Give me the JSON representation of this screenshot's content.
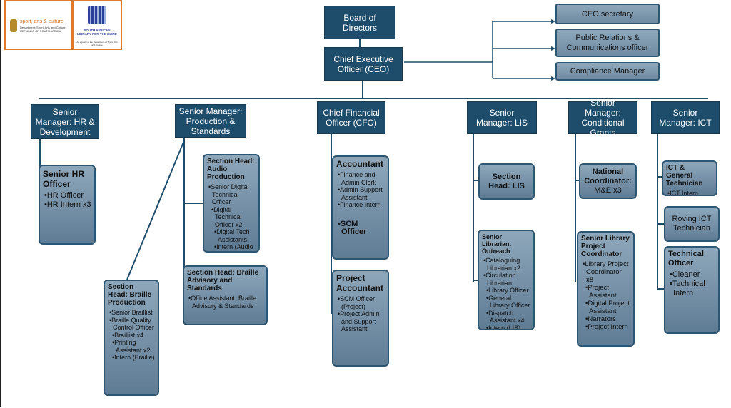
{
  "logos": {
    "left": "sport, arts & culture — Department: Sport, Arts and Culture, REPUBLIC OF SOUTH AFRICA",
    "right": "SOUTH AFRICAN LIBRARY FOR THE BLIND — An agency of the Department of Sport, Arts and Culture"
  },
  "board": "Board of Directors",
  "ceo": "Chief Executive Officer (CEO)",
  "ceo_reports": [
    "CEO secretary",
    "Public Relations & Communications officer",
    "Compliance Manager"
  ],
  "managers": [
    "Senior Manager: HR & Development",
    "Senior Manager: Production & Standards",
    "Chief Financial Officer (CFO)",
    "Senior Manager: LIS",
    "Senior Manager: Conditional Grants",
    "Senior Manager: ICT"
  ],
  "units": {
    "hr": {
      "title": "Senior HR Officer",
      "items": [
        "HR Officer",
        "HR Intern x3"
      ]
    },
    "audio": {
      "title": "Section Head: Audio Production",
      "items": [
        "Senior Digital Technical Officer",
        "Digital Technical Officer x2",
        "Digital Tech Assistants",
        "Intern (Audio"
      ]
    },
    "braille_adv": {
      "title": "Section Head: Braille Advisory and Standards",
      "items": [
        "Office Assistant: Braille Advisory & Standards"
      ]
    },
    "braille_prod": {
      "title": "Section Head: Braille Production",
      "items": [
        "Senior Braillist",
        "Braille Quality Control Officer",
        "Braillist x4",
        "Printing Assistant x2",
        "Intern (Braille)"
      ]
    },
    "accountant": {
      "title": "Accountant",
      "items": [
        "Finance and Admin Clerk",
        "Admin Support Assistant",
        "Finance Intern"
      ],
      "extra": "SCM Officer"
    },
    "project_acc": {
      "title": "Project Accountant",
      "items": [
        "SCM Officer (Project)",
        "Project Admin and Support Assistant"
      ]
    },
    "lis_head": "Section Head: LIS",
    "sr_librarian": {
      "title": "Senior Librarian: Outreach",
      "items": [
        "Cataloguing Librarian x2",
        "Circulation Librarian",
        "Library Officer",
        "General Library Officer",
        "Dispatch Assistant x4",
        "Intern (LIS)"
      ]
    },
    "national": {
      "title": "National Coordinator:",
      "sub": "M&E x3"
    },
    "sr_project": {
      "title": "Senior Library Project Coordinator",
      "items": [
        "Library Project Coordinator x8",
        "Project Assistant",
        "Digital Project Assistant",
        "Narrators",
        "Project Intern"
      ]
    },
    "ict_tech": {
      "title": "ICT & General Technician",
      "items": [
        "ICT Intern"
      ]
    },
    "roving": "Roving ICT Technician",
    "technical": {
      "title": "Technical Officer",
      "items": [
        "Cleaner",
        "Technical Intern"
      ]
    }
  },
  "colors": {
    "dark": "#1d4d6b",
    "box": "#7a95ab",
    "line": "#1d4d6b",
    "logo_border": "#e07a2a"
  }
}
